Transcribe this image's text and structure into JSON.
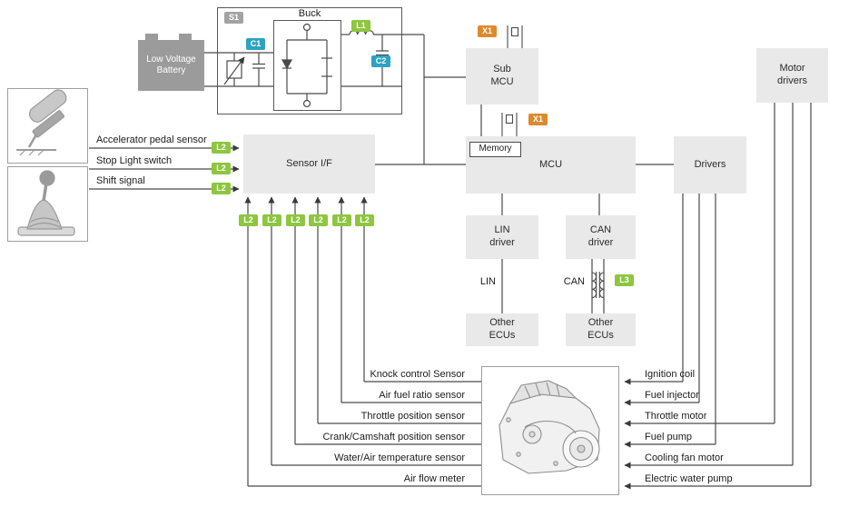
{
  "colors": {
    "block_fill": "#e9e9e9",
    "line": "#4a4a4a",
    "tag_green": "#8dc63f",
    "tag_teal": "#2da2c2",
    "tag_orange": "#dd8a2e",
    "tag_gray": "#a2a2a2",
    "battery_gray": "#9b9b9b"
  },
  "power": {
    "buck_label": "Buck",
    "battery_label": "Low Voltage Battery",
    "s1_tag": "S1",
    "c1_tag": "C1",
    "l1_tag": "L1",
    "c2_tag": "C2"
  },
  "inputs": [
    {
      "label": "Accelerator pedal sensor",
      "tag": "L2"
    },
    {
      "label": "Stop Light switch",
      "tag": "L2"
    },
    {
      "label": "Shift signal",
      "tag": "L2"
    }
  ],
  "blocks": {
    "sensor_if": "Sensor I/F",
    "sub_mcu": "Sub MCU",
    "mcu": "MCU",
    "memory": "Memory",
    "motor_drivers": "Motor drivers",
    "drivers": "Drivers",
    "lin_driver": "LIN driver",
    "can_driver": "CAN driver",
    "other_ecus_lin": "Other ECUs",
    "other_ecus_can": "Other ECUs"
  },
  "bus": {
    "lin_label": "LIN",
    "can_label": "CAN",
    "l3_tag": "L3",
    "x1_sub_tag": "X1",
    "x1_mcu_tag": "X1"
  },
  "engine_sensors": [
    {
      "label": "Knock control Sensor",
      "tag": "L2"
    },
    {
      "label": "Air fuel ratio sensor",
      "tag": "L2"
    },
    {
      "label": "Throttle position sensor",
      "tag": "L2"
    },
    {
      "label": "Crank/Camshaft position sensor",
      "tag": "L2"
    },
    {
      "label": "Water/Air temperature sensor",
      "tag": "L2"
    },
    {
      "label": "Air flow meter",
      "tag": "L2"
    }
  ],
  "actuators": [
    {
      "label": "Ignition coil"
    },
    {
      "label": "Fuel injector"
    },
    {
      "label": "Throttle motor"
    },
    {
      "label": "Fuel pump"
    },
    {
      "label": "Cooling fan motor"
    },
    {
      "label": "Electric water pump"
    }
  ]
}
